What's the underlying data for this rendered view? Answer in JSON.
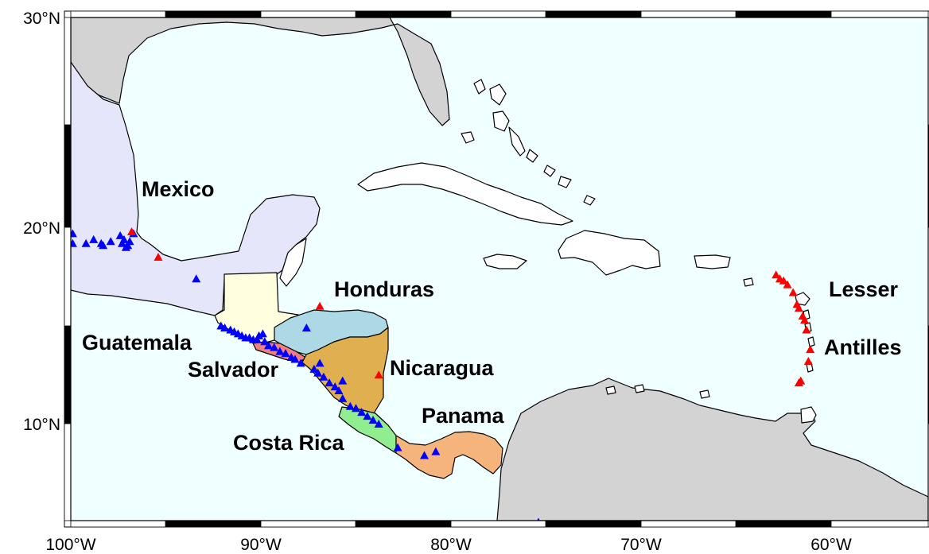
{
  "map": {
    "axes": {
      "lon_ticks": [
        "100°W",
        "90°W",
        "80°W",
        "70°W",
        "60°W"
      ],
      "lat_ticks": [
        "30°N",
        "20°N",
        "10°N"
      ]
    },
    "labels": {
      "mexico": "Mexico",
      "honduras": "Honduras",
      "guatemala": "Guatemala",
      "salvador": "Salvador",
      "nicaragua": "Nicaragua",
      "panama": "Panama",
      "costa_rica": "Costa Rica",
      "lesser": "Lesser",
      "antilles": "Antilles"
    },
    "colors": {
      "ocean": "#f0ffff",
      "land": "#d3d3d3",
      "mexico": "#e6e6fa",
      "guatemala": "#ffffe0",
      "honduras": "#add8e6",
      "salvador": "#f08080",
      "nicaragua": "#e0b050",
      "costa_rica": "#90ee90",
      "panama": "#f4b47c",
      "marker_blue": "#0000ff",
      "marker_red": "#ff0000"
    },
    "markers": {
      "blue": [
        [
          -99.9,
          19.7
        ],
        [
          -99.9,
          19.2
        ],
        [
          -99.2,
          19.2
        ],
        [
          -98.8,
          19.4
        ],
        [
          -98.4,
          19.2
        ],
        [
          -98.3,
          19.1
        ],
        [
          -97.9,
          19.3
        ],
        [
          -97.4,
          19.6
        ],
        [
          -97.3,
          19.2
        ],
        [
          -97.2,
          19.4
        ],
        [
          -97.1,
          19.0
        ],
        [
          -97.0,
          19.1
        ],
        [
          -96.9,
          19.3
        ],
        [
          -96.7,
          19.7
        ],
        [
          -93.4,
          17.4
        ],
        [
          -92.1,
          15.0
        ],
        [
          -91.9,
          14.9
        ],
        [
          -91.6,
          14.8
        ],
        [
          -91.4,
          14.7
        ],
        [
          -91.2,
          14.6
        ],
        [
          -91.0,
          14.5
        ],
        [
          -90.8,
          14.4
        ],
        [
          -90.6,
          14.4
        ],
        [
          -90.4,
          14.3
        ],
        [
          -90.2,
          14.3
        ],
        [
          -90.1,
          14.5
        ],
        [
          -89.9,
          14.6
        ],
        [
          -89.8,
          14.2
        ],
        [
          -89.6,
          14.0
        ],
        [
          -89.3,
          13.9
        ],
        [
          -89.0,
          13.7
        ],
        [
          -88.7,
          13.6
        ],
        [
          -88.4,
          13.4
        ],
        [
          -88.2,
          13.3
        ],
        [
          -87.9,
          13.1
        ],
        [
          -87.2,
          12.8
        ],
        [
          -87.0,
          12.6
        ],
        [
          -86.7,
          12.4
        ],
        [
          -86.4,
          12.1
        ],
        [
          -86.1,
          11.9
        ],
        [
          -85.9,
          11.7
        ],
        [
          -85.7,
          11.3
        ],
        [
          -85.3,
          10.9
        ],
        [
          -85.0,
          10.8
        ],
        [
          -84.7,
          10.6
        ],
        [
          -84.4,
          10.4
        ],
        [
          -84.1,
          10.2
        ],
        [
          -83.8,
          10.0
        ],
        [
          -87.6,
          14.9
        ],
        [
          -86.9,
          13.1
        ],
        [
          -85.7,
          12.2
        ],
        [
          -82.8,
          8.8
        ],
        [
          -81.4,
          8.4
        ],
        [
          -80.8,
          8.6
        ],
        [
          -75.4,
          5.0
        ]
      ],
      "red": [
        [
          -96.8,
          19.8
        ],
        [
          -95.4,
          18.5
        ],
        [
          -86.9,
          16.0
        ],
        [
          -83.8,
          12.5
        ],
        [
          -62.9,
          17.6
        ],
        [
          -62.7,
          17.4
        ],
        [
          -62.5,
          17.3
        ],
        [
          -62.3,
          17.1
        ],
        [
          -62.0,
          16.7
        ],
        [
          -61.8,
          16.1
        ],
        [
          -61.7,
          15.9
        ],
        [
          -61.5,
          15.5
        ],
        [
          -61.4,
          15.3
        ],
        [
          -61.3,
          14.8
        ],
        [
          -61.1,
          13.8
        ],
        [
          -61.2,
          13.2
        ],
        [
          -61.6,
          12.2
        ],
        [
          -61.7,
          12.1
        ]
      ]
    }
  }
}
